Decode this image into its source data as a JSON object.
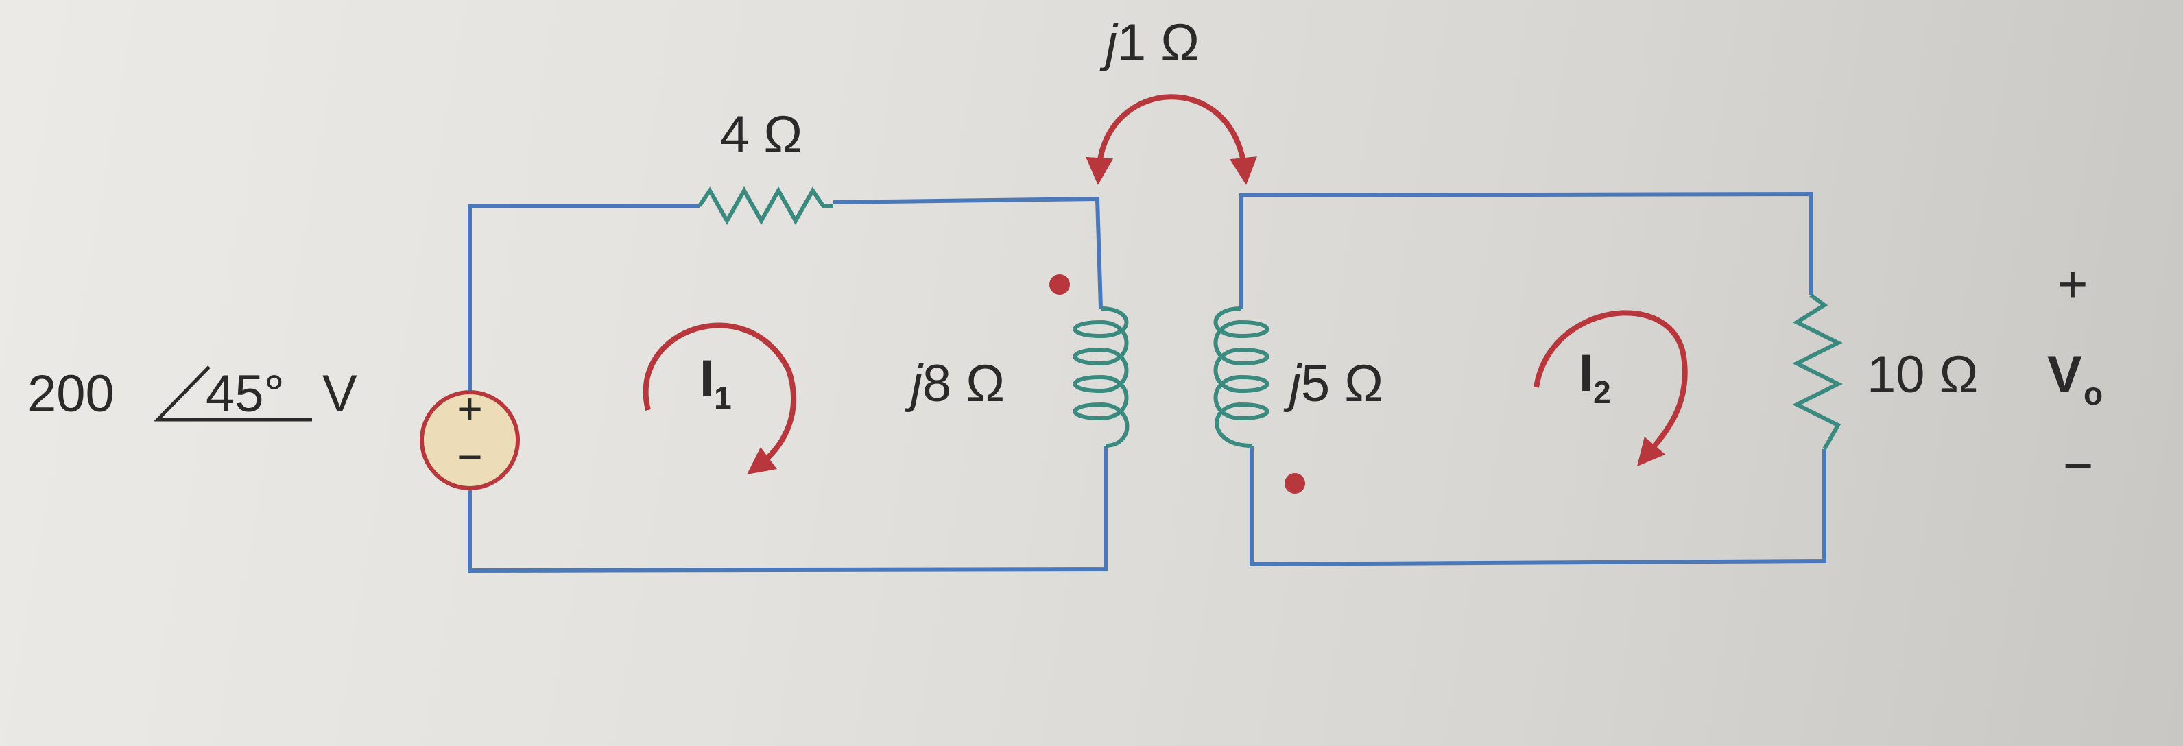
{
  "colors": {
    "wire": "#4a78b8",
    "coil": "#3a8a80",
    "accent": "#b8373d",
    "source_fill": "#ecdcb8",
    "source_stroke": "#b8373d",
    "text": "#2a2a2a"
  },
  "labels": {
    "source_magnitude": "200",
    "source_angle": "45°",
    "source_unit": "V",
    "source_plus": "+",
    "source_minus": "−",
    "r1": "4 Ω",
    "l1_prefix": "j",
    "l1_value": "8 Ω",
    "l2_prefix": "j",
    "l2_value": "5 Ω",
    "m_prefix": "j",
    "m_value": "1 Ω",
    "r2": "10 Ω",
    "loop1_main": "I",
    "loop1_sub": "1",
    "loop2_main": "I",
    "loop2_sub": "2",
    "vo_main": "V",
    "vo_sub": "o",
    "vo_plus": "+",
    "vo_minus": "−"
  }
}
